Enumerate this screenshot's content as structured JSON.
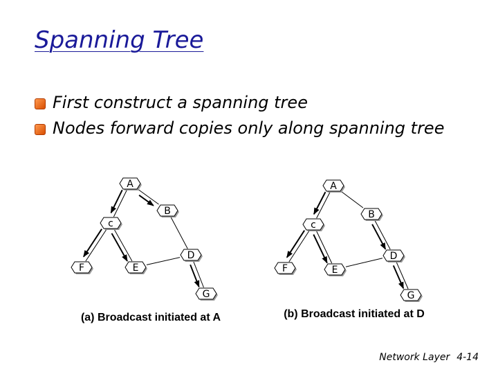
{
  "slide": {
    "title": "Spanning Tree",
    "bullets": [
      "First construct a spanning tree",
      "Nodes forward copies only along spanning tree"
    ],
    "footer": {
      "section": "Network Layer",
      "page": "4-14"
    }
  },
  "diagrams": [
    {
      "caption": "(a) Broadcast initiated at A",
      "nodes": [
        "A",
        "B",
        "c",
        "D",
        "E",
        "F",
        "G"
      ],
      "edges": [
        [
          "A",
          "B"
        ],
        [
          "A",
          "c"
        ],
        [
          "c",
          "F"
        ],
        [
          "c",
          "E"
        ],
        [
          "E",
          "D"
        ],
        [
          "B",
          "D"
        ],
        [
          "D",
          "G"
        ]
      ],
      "tree_edges": [
        [
          "A",
          "B"
        ],
        [
          "A",
          "c"
        ],
        [
          "c",
          "F"
        ],
        [
          "c",
          "E"
        ],
        [
          "D",
          "G"
        ]
      ]
    },
    {
      "caption": "(b) Broadcast initiated at D",
      "nodes": [
        "A",
        "B",
        "c",
        "D",
        "E",
        "F",
        "G"
      ],
      "edges": [
        [
          "A",
          "B"
        ],
        [
          "A",
          "c"
        ],
        [
          "c",
          "F"
        ],
        [
          "c",
          "E"
        ],
        [
          "E",
          "D"
        ],
        [
          "B",
          "D"
        ],
        [
          "D",
          "G"
        ]
      ],
      "tree_edges": [
        [
          "A",
          "c"
        ],
        [
          "c",
          "F"
        ],
        [
          "c",
          "E"
        ],
        [
          "B",
          "D"
        ],
        [
          "D",
          "G"
        ]
      ]
    }
  ]
}
